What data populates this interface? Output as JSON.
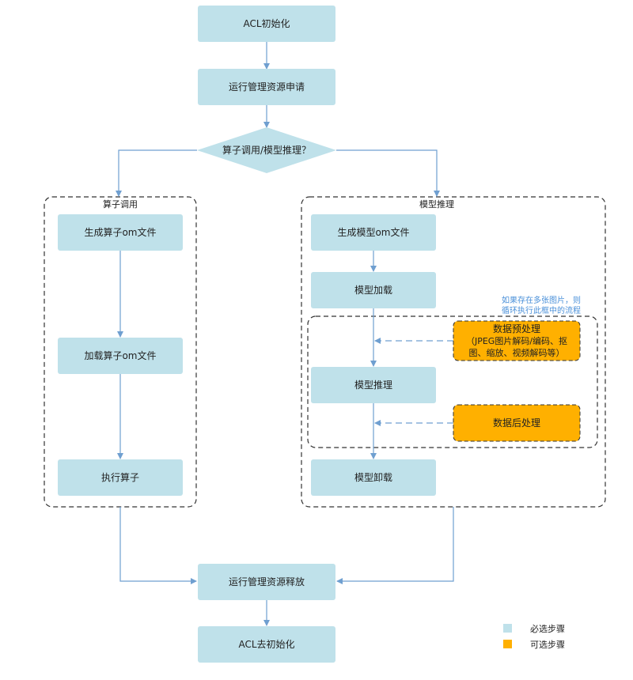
{
  "colors": {
    "required": "#bfe1ea",
    "optional": "#ffb000",
    "arrow": "#6f9fd0",
    "border": "#333333"
  },
  "nodes": {
    "acl_init": "ACL初始化",
    "runtime_apply": "运行管理资源申请",
    "decision": "算子调用/模型推理？",
    "gen_op_om": "生成算子om文件",
    "load_op_om": "加载算子om文件",
    "exec_op": "执行算子",
    "gen_model_om": "生成模型om文件",
    "model_load": "模型加载",
    "preprocess": [
      "数据预处理",
      "（JPEG图片解码/编码、抠",
      "图、缩放、视频解码等）"
    ],
    "model_infer": "模型推理",
    "postprocess": "数据后处理",
    "model_unload": "模型卸载",
    "runtime_release": "运行管理资源释放",
    "acl_deinit": "ACL去初始化"
  },
  "groups": {
    "operator": "算子调用",
    "model": "模型推理"
  },
  "note": [
    "如果存在多张图片，则",
    "循环执行此框中的流程"
  ],
  "legend": {
    "required": "必选步骤",
    "optional": "可选步骤"
  }
}
